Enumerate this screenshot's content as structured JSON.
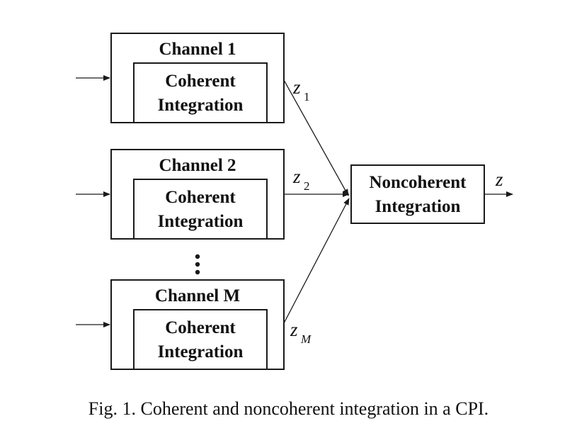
{
  "channels": [
    {
      "title": "Channel 1",
      "inner_line1": "Coherent",
      "inner_line2": "Integration",
      "output_var": "z",
      "output_sub": "1"
    },
    {
      "title": "Channel 2",
      "inner_line1": "Coherent",
      "inner_line2": "Integration",
      "output_var": "z",
      "output_sub": "2"
    },
    {
      "title": "Channel M",
      "inner_line1": "Coherent",
      "inner_line2": "Integration",
      "output_var": "z",
      "output_sub": "M"
    }
  ],
  "combiner": {
    "line1": "Noncoherent",
    "line2": "Integration",
    "output_var": "z"
  },
  "caption": "Fig. 1. Coherent and noncoherent integration in a CPI.",
  "colors": {
    "line": "#1a1a1a",
    "text": "#111111",
    "background": "#ffffff"
  }
}
